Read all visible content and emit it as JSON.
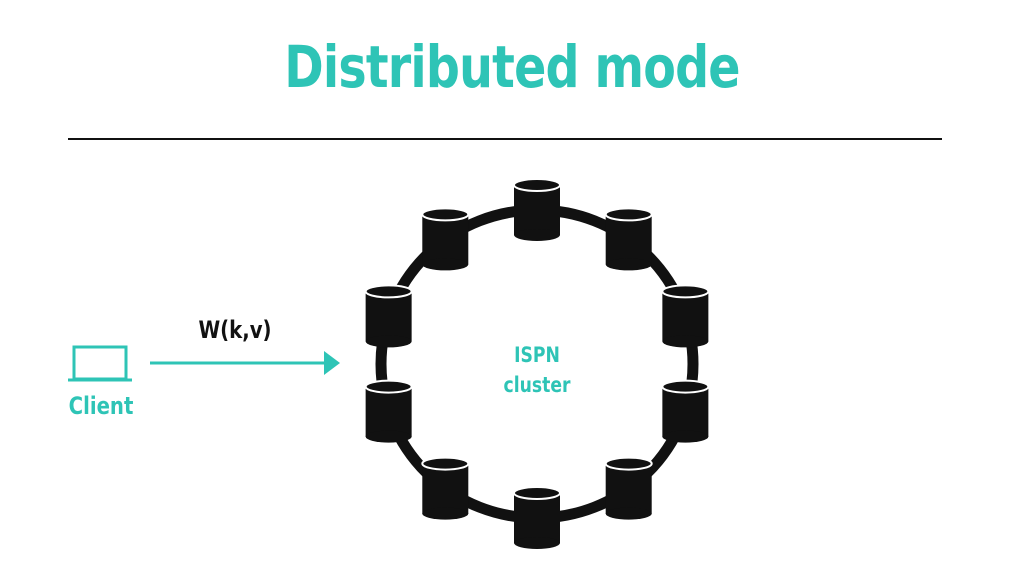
{
  "slide": {
    "title": "Distributed mode"
  },
  "client": {
    "label": "Client"
  },
  "operation": {
    "label": "W(k,v)"
  },
  "cluster": {
    "label_line1": "ISPN",
    "label_line2": "cluster",
    "node_count": 10
  },
  "colors": {
    "accent": "#2ec4b6",
    "ink": "#111111",
    "background": "#ffffff"
  }
}
